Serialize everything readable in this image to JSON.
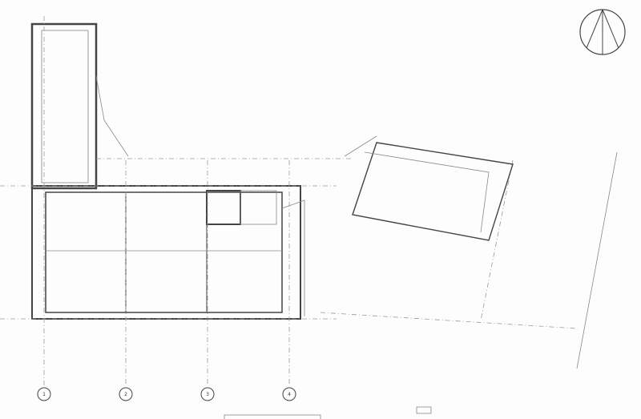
{
  "drawing": {
    "grid_labels": [
      "1",
      "2",
      "3",
      "4"
    ],
    "north_arrow": "north-arrow-icon"
  }
}
